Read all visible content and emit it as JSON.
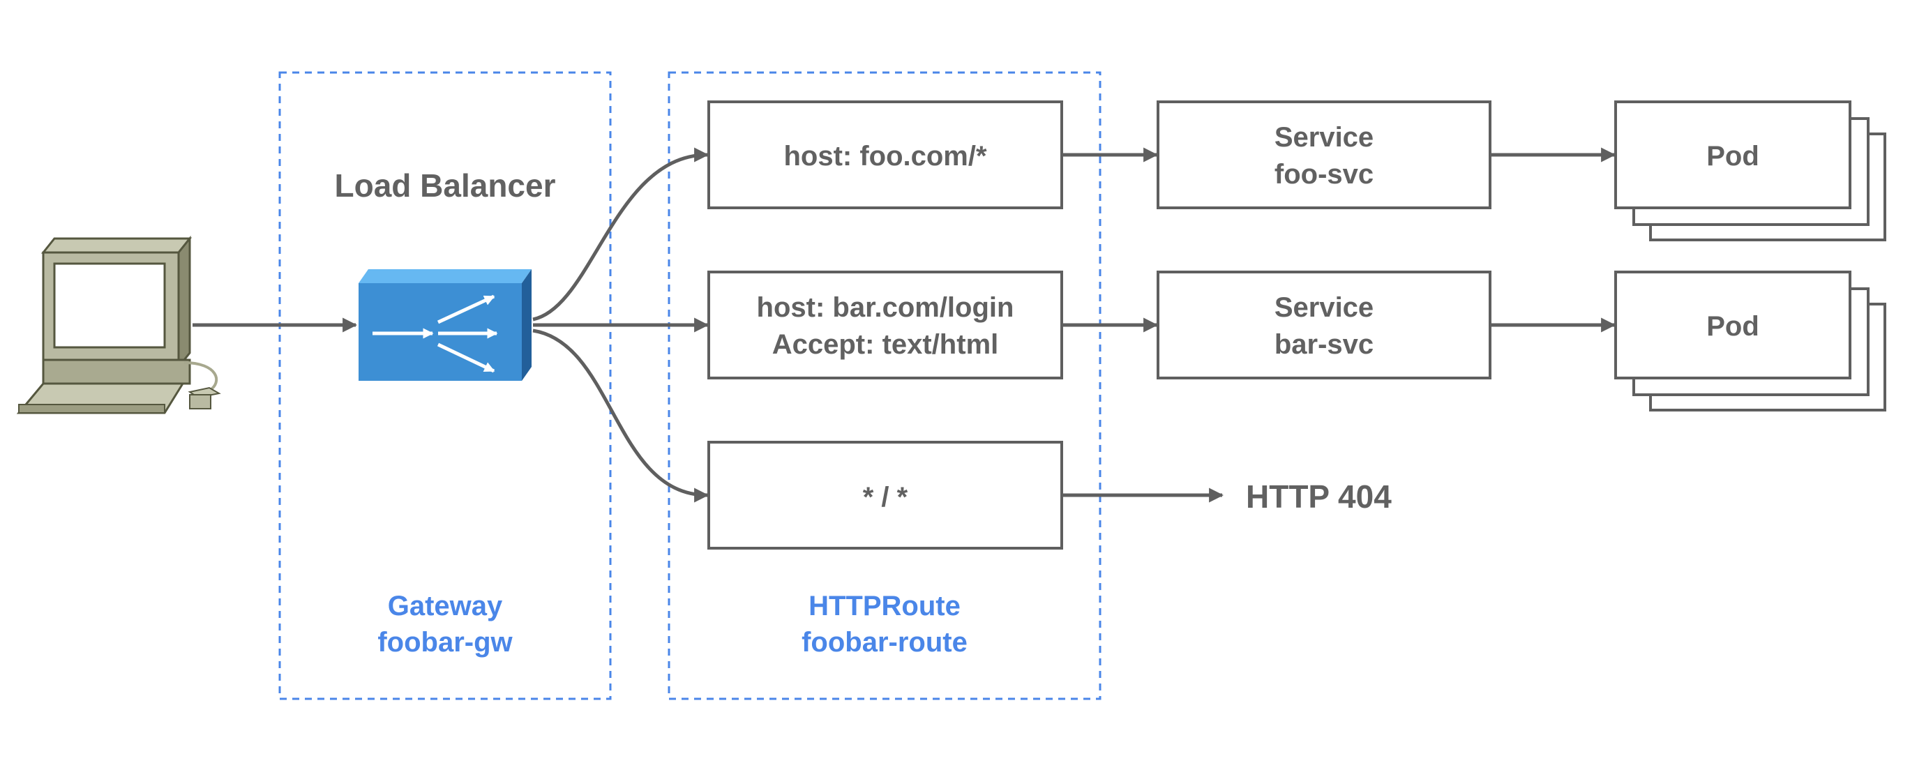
{
  "load_balancer": {
    "heading": "Load Balancer",
    "icon": "load-balancer-icon"
  },
  "client": {
    "icon": "desktop-computer-icon"
  },
  "gateway": {
    "line1": "Gateway",
    "line2": "foobar-gw"
  },
  "httproute": {
    "line1": "HTTPRoute",
    "line2": "foobar-route",
    "rules": [
      {
        "line1": "host: foo.com/*"
      },
      {
        "line1": "host: bar.com/login",
        "line2": "Accept: text/html"
      },
      {
        "line1": "* / *"
      }
    ]
  },
  "services": [
    {
      "line1": "Service",
      "line2": "foo-svc"
    },
    {
      "line1": "Service",
      "line2": "bar-svc"
    }
  ],
  "pods": [
    {
      "label": "Pod"
    },
    {
      "label": "Pod"
    }
  ],
  "fallback": {
    "label": "HTTP 404"
  },
  "colors": {
    "accent": "#4a86e8",
    "line": "#5f5f5f",
    "lb_blue": "#3d8fd4"
  }
}
